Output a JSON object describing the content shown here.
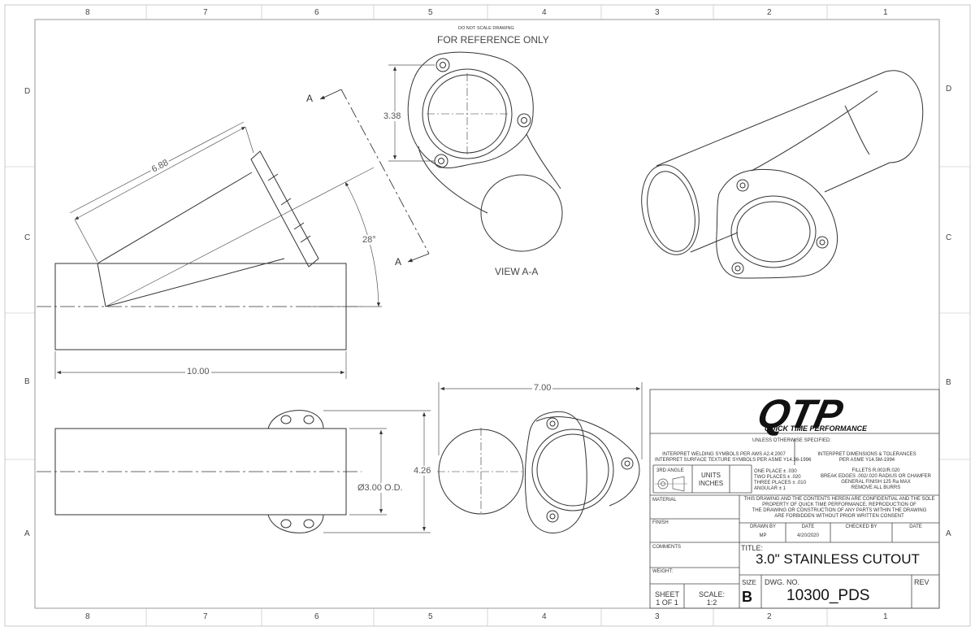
{
  "notes": {
    "do_not_scale": "DO NOT SCALE DRAWING",
    "reference": "FOR REFERENCE ONLY"
  },
  "zones": {
    "columns": [
      "8",
      "7",
      "6",
      "5",
      "4",
      "3",
      "2",
      "1"
    ],
    "rows": [
      "D",
      "C",
      "B",
      "A"
    ]
  },
  "dimensions": {
    "length_6_88": "6.88",
    "angle_28": "28°",
    "length_10": "10.00",
    "height_3_38": "3.38",
    "width_7": "7.00",
    "height_4_26": "4.26",
    "diameter": "Ø3.00 O.D."
  },
  "section": {
    "mark_top": "A",
    "mark_bottom": "A",
    "view_label": "VIEW A-A"
  },
  "title_block": {
    "logo_main": "QTP",
    "logo_sub": "QUICK TIME PERFORMANCE",
    "unless_specified": "UNLESS OTHERWISE SPECIFIED:",
    "welding_line1": "INTERPRET WELDING SYMBOLS PER AWS A2.4:2007",
    "welding_line2": "INTERPRET SURFACE TEXTURE SYMBOLS PER ASME Y14.36-1996",
    "dims_line1": "INTERPRET DIMENSIONS & TOLERANCES",
    "dims_line2": "PER ASME Y14.5M-1994",
    "third_angle": "3RD ANGLE",
    "units_1": "UNITS",
    "units_2": "INCHES",
    "tol_1": "ONE PLACE ± .030",
    "tol_2": "TWO PLACES ± .020",
    "tol_3": "THREE PLACES ± .010",
    "tol_4": "ANGULAR ± 1",
    "fin_1": "FILLETS R.002/R.020",
    "fin_2": "BREAK EDGES .002/.020 RADIUS OR CHAMFER",
    "fin_3": "GENERAL FINISH 125 Ra MAX",
    "fin_4": "REMOVE ALL BURRS",
    "material": "MATERIAL",
    "finish": "FINISH",
    "comments": "COMMENTS",
    "weight": "WEIGHT:",
    "conf_1": "THIS DRAWING AND THE CONTENTS HEREIN ARE CONFIDENTIAL AND THE SOLE",
    "conf_2": "PROPERTY OF QUICK TIME PERFORMANCE. REPRODUCTION OF",
    "conf_3": "THE DRAWING OR CONSTRUCTION OF ANY PARTS WITHIN THE DRAWING",
    "conf_4": "ARE FORBIDDEN WITHOUT PRIOR WRITTEN CONSENT",
    "drawn_by_label": "DRAWN BY",
    "drawn_by": "MP",
    "date_label": "DATE",
    "date": "4/20/2020",
    "checked_by_label": "CHECKED BY",
    "date2_label": "DATE",
    "title_label": "TITLE:",
    "title": "3.0\" STAINLESS CUTOUT",
    "size_label": "SIZE",
    "size": "B",
    "dwg_no_label": "DWG. NO.",
    "dwg_no": "10300_PDS",
    "rev_label": "REV",
    "sheet_label": "SHEET",
    "sheet": "1 OF 1",
    "scale_label": "SCALE:",
    "scale": "1:2"
  }
}
